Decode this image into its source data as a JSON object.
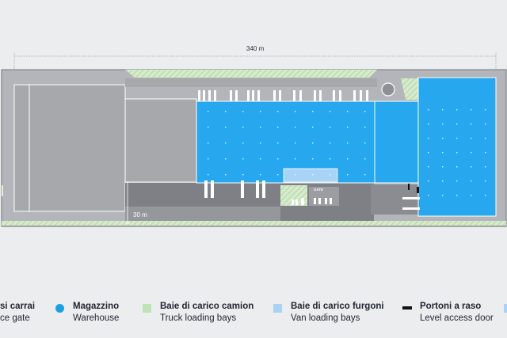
{
  "plan": {
    "dimension_length": "340 m",
    "dimension_width": "30 m",
    "gate_label": "GATE"
  },
  "legend": [
    {
      "it": "si carrai",
      "en": "ce gate",
      "swatch": "none"
    },
    {
      "it": "Magazzino",
      "en": "Warehouse",
      "swatch": "dot",
      "color": "#1aa0e6"
    },
    {
      "it": "Baie di carico camion",
      "en": "Truck loading bays",
      "swatch": "square",
      "color": "#bfe3b4"
    },
    {
      "it": "Baie di carico furgoni",
      "en": "Van loading bays",
      "swatch": "square",
      "color": "#a9d3f5"
    },
    {
      "it": "Portoni a raso",
      "en": "Level access door",
      "swatch": "bar",
      "color": "#111111"
    }
  ],
  "colors": {
    "warehouse_blue": "#27a7ee",
    "existing_building": "#a7a8ac",
    "yard": "#7c7e84",
    "green_area": "#cfe8c4"
  }
}
